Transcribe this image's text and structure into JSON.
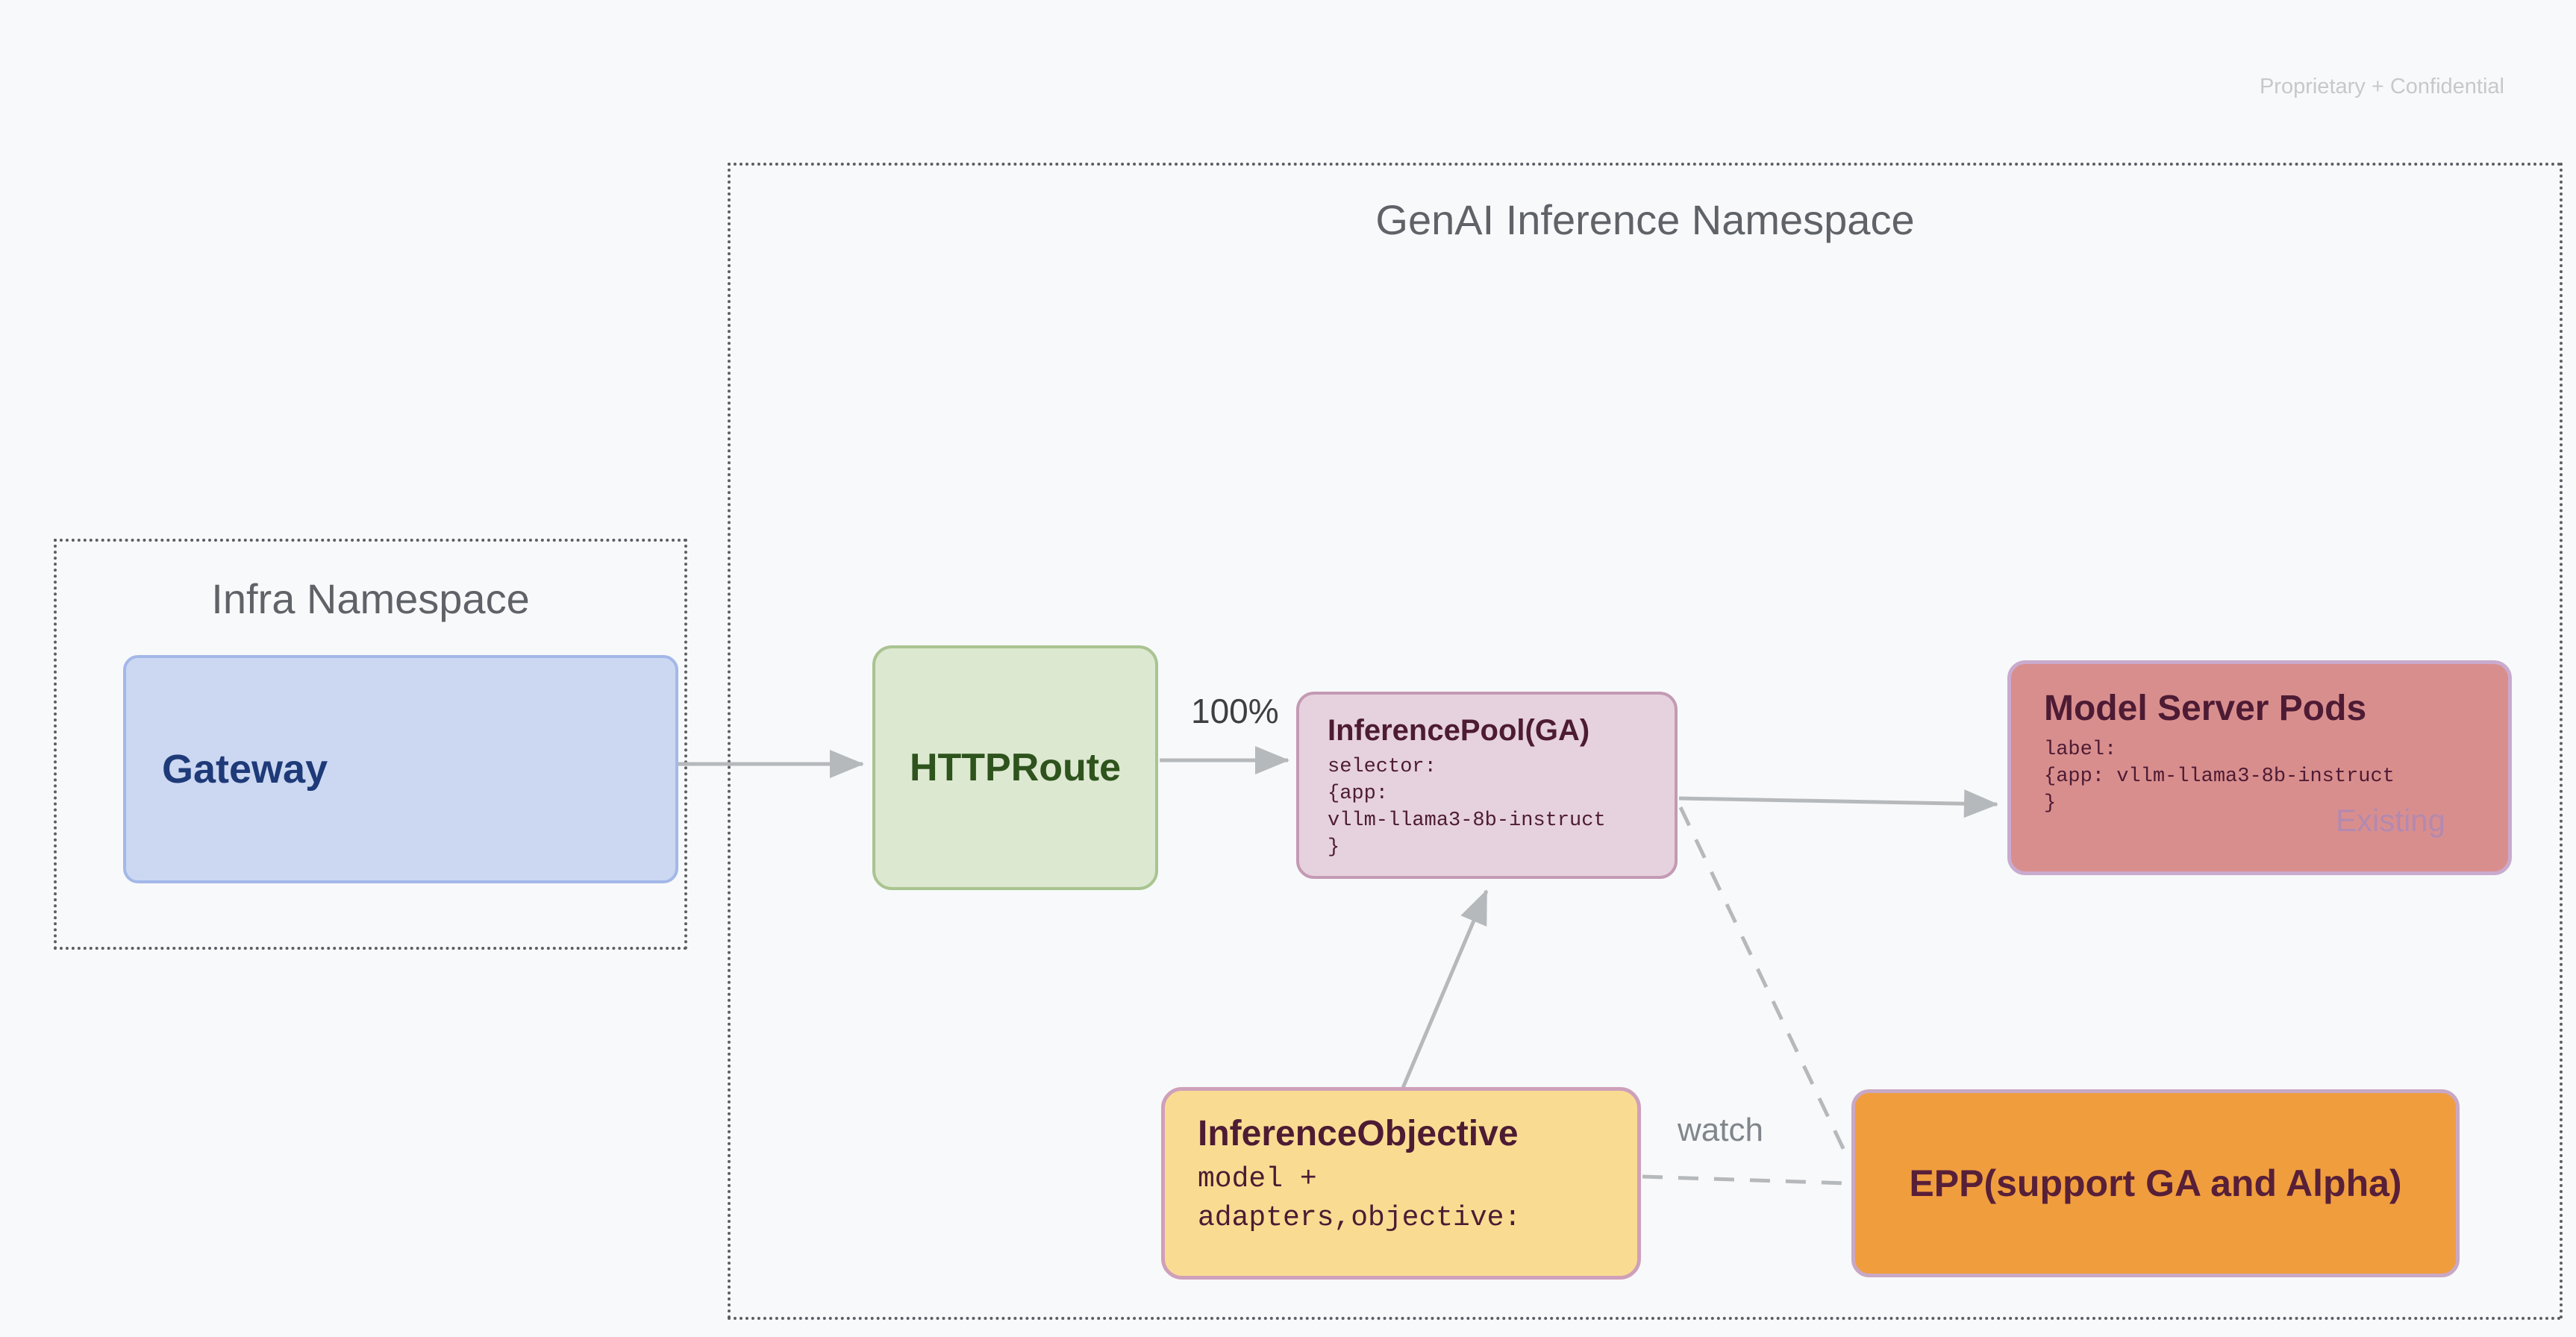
{
  "page": {
    "watermark": "Proprietary + Confidential",
    "background_color": "#f8f9fa"
  },
  "namespaces": {
    "infra": {
      "title": "Infra Namespace"
    },
    "genai": {
      "title": "GenAI Inference Namespace"
    }
  },
  "nodes": {
    "gateway": {
      "label": "Gateway",
      "fill": "#ccd8f2",
      "border": "#a3b8e8",
      "text_color": "#1e3a78"
    },
    "httproute": {
      "label": "HTTPRoute",
      "fill": "#dce8d0",
      "border": "#a9c491",
      "text_color": "#2e531d"
    },
    "inference_pool": {
      "title": "InferencePool(GA)",
      "code_lines": [
        "selector:",
        "{app:",
        "vllm-llama3-8b-instruct",
        "}"
      ],
      "fill": "#e6d2de",
      "border": "#c49ab4",
      "text_color": "#4d1b33"
    },
    "model_server_pods": {
      "title": "Model Server Pods",
      "code_lines": [
        "label:",
        "{app: vllm-llama3-8b-instruct",
        "}"
      ],
      "badge": "Existing",
      "fill": "#d98e8e",
      "border": "#c9abce",
      "text_color": "#4d1b33",
      "badge_color": "#b389af"
    },
    "inference_objective": {
      "title": "InferenceObjective",
      "code_lines": [
        "model +",
        "adapters,objective:"
      ],
      "fill": "#f9dc92",
      "border": "#cfa0ba",
      "text_color": "#4d1b33"
    },
    "epp": {
      "label": "EPP(support GA and Alpha)",
      "fill": "#f09d3e",
      "border": "#c8a8c4",
      "text_color": "#571f38"
    }
  },
  "edges": {
    "gateway_to_httproute": {
      "from": "gateway",
      "to": "httproute",
      "style": "solid-arrow"
    },
    "httproute_to_pool": {
      "from": "httproute",
      "to": "inference_pool",
      "style": "solid-arrow",
      "label": "100%"
    },
    "pool_to_pods": {
      "from": "inference_pool",
      "to": "model_server_pods",
      "style": "solid-arrow"
    },
    "objective_to_pool": {
      "from": "inference_objective",
      "to": "inference_pool",
      "style": "solid-arrow"
    },
    "pool_to_epp": {
      "from": "inference_pool",
      "to": "epp",
      "style": "dashed"
    },
    "objective_to_epp": {
      "from": "inference_objective",
      "to": "epp",
      "style": "dashed",
      "label": "watch"
    }
  },
  "colors": {
    "arrow": "#b6b9bc",
    "namespace_border": "#5b5e63",
    "namespace_title": "#5f6368",
    "edge_label_dark": "#3c4043",
    "edge_label_gray": "#80868b",
    "watermark": "#c6c9cc"
  }
}
